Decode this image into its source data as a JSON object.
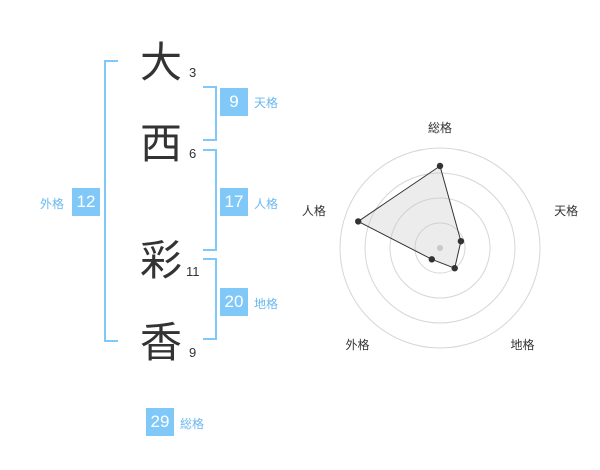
{
  "name": {
    "chars": [
      {
        "char": "大",
        "strokes": "3"
      },
      {
        "char": "西",
        "strokes": "6"
      },
      {
        "char": "彩",
        "strokes": "11"
      },
      {
        "char": "香",
        "strokes": "9"
      }
    ]
  },
  "scores": {
    "tenkaku": {
      "value": "9",
      "label": "天格"
    },
    "jinkaku": {
      "value": "17",
      "label": "人格"
    },
    "chikaku": {
      "value": "20",
      "label": "地格"
    },
    "gaikaku": {
      "value": "12",
      "label": "外格"
    },
    "soukaku": {
      "value": "29",
      "label": "総格"
    }
  },
  "colors": {
    "accent": "#80c8f8",
    "label": "#6ab8ee",
    "text": "#333333"
  },
  "chart_data": {
    "type": "radar",
    "axes": [
      "総格",
      "天格",
      "地格",
      "外格",
      "人格"
    ],
    "values": [
      0.82,
      0.22,
      0.25,
      0.14,
      0.86
    ],
    "max": 1,
    "rings": 4,
    "grid": true
  }
}
